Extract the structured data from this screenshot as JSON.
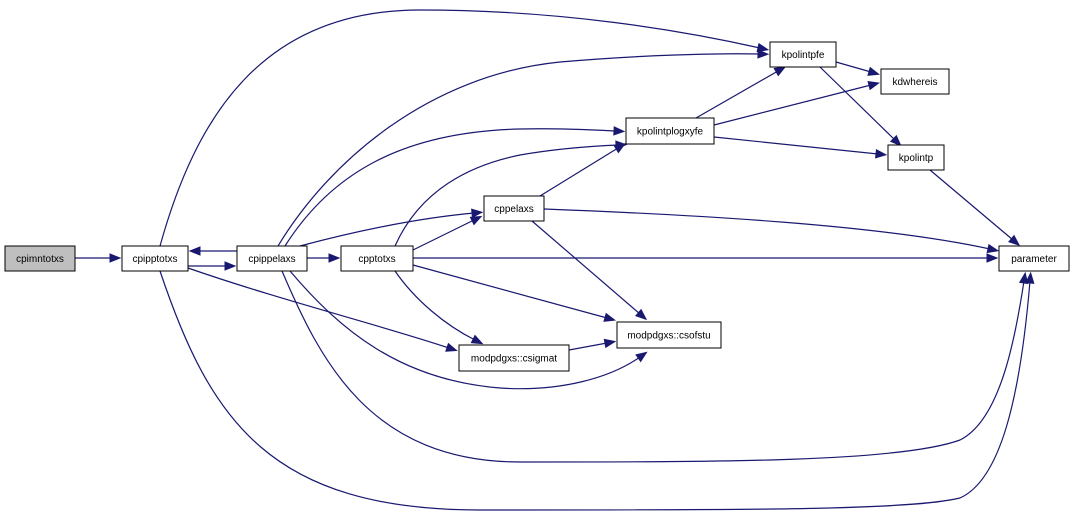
{
  "colors": {
    "edge": "#191970",
    "node_fill": "#ffffff",
    "node_fill_root": "#bfbfbf",
    "node_border": "#000000"
  },
  "nodes": {
    "cpimntotxs": "cpimntotxs",
    "cpipptotxs": "cpipptotxs",
    "cpippelaxs": "cpippelaxs",
    "cpptotxs": "cpptotxs",
    "cppelaxs": "cppelaxs",
    "kpolintplogxyfe": "kpolintplogxyfe",
    "kpolintpfe": "kpolintpfe",
    "kdwhereis": "kdwhereis",
    "kpolintp": "kpolintp",
    "parameter": "parameter",
    "csigmat": "modpdgxs::csigmat",
    "csofstu": "modpdgxs::csofstu"
  },
  "root_node": "cpimntotxs",
  "edges": [
    [
      "cpimntotxs",
      "cpipptotxs"
    ],
    [
      "cpipptotxs",
      "cpippelaxs"
    ],
    [
      "cpippelaxs",
      "cpipptotxs"
    ],
    [
      "cpipptotxs",
      "kpolintpfe"
    ],
    [
      "cpipptotxs",
      "csigmat"
    ],
    [
      "cpipptotxs",
      "parameter"
    ],
    [
      "cpippelaxs",
      "cpptotxs"
    ],
    [
      "cpippelaxs",
      "kpolintpfe"
    ],
    [
      "cpippelaxs",
      "kpolintplogxyfe"
    ],
    [
      "cpippelaxs",
      "cppelaxs"
    ],
    [
      "cpippelaxs",
      "csofstu"
    ],
    [
      "cpippelaxs",
      "parameter"
    ],
    [
      "cpptotxs",
      "cppelaxs"
    ],
    [
      "cpptotxs",
      "kpolintplogxyfe"
    ],
    [
      "cpptotxs",
      "parameter"
    ],
    [
      "cpptotxs",
      "csigmat"
    ],
    [
      "cpptotxs",
      "csofstu"
    ],
    [
      "cppelaxs",
      "kpolintplogxyfe"
    ],
    [
      "cppelaxs",
      "parameter"
    ],
    [
      "cppelaxs",
      "csofstu"
    ],
    [
      "kpolintplogxyfe",
      "kpolintpfe"
    ],
    [
      "kpolintplogxyfe",
      "kdwhereis"
    ],
    [
      "kpolintplogxyfe",
      "kpolintp"
    ],
    [
      "kpolintpfe",
      "kdwhereis"
    ],
    [
      "kpolintpfe",
      "kpolintp"
    ],
    [
      "kpolintp",
      "parameter"
    ],
    [
      "csigmat",
      "csofstu"
    ]
  ]
}
